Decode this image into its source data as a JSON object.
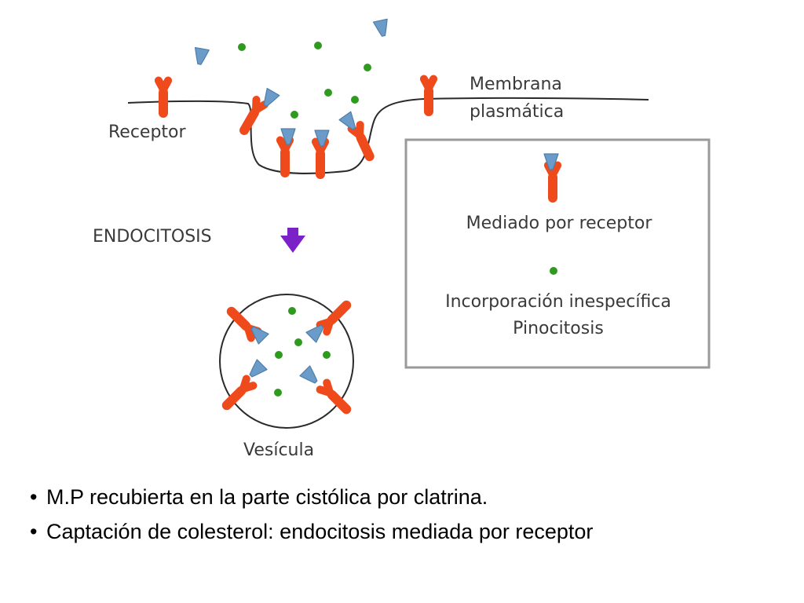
{
  "diagram": {
    "labels": {
      "membrane_line1": "Membrana",
      "membrane_line2": "plasmática",
      "receptor": "Receptor",
      "endocytosis": "ENDOCITOSIS",
      "vesicle": "Vesícula"
    },
    "legend": {
      "receptor_mediated": "Mediado por receptor",
      "nonspecific_line1": "Incorporación inespecífica",
      "nonspecific_line2": "Pinocitosis"
    },
    "colors": {
      "receptor": "#ee4a1c",
      "ligand": "#6a9bc9",
      "particle": "#2e9a1e",
      "arrow": "#7a22c8",
      "membrane": "#2a2a2a",
      "legend_border": "#9a9a9a"
    }
  },
  "bullets": [
    {
      "marker": "•",
      "text": "M.P recubierta en la parte cistólica por clatrina."
    },
    {
      "marker": "•",
      "text": "Captación de colesterol: endocitosis mediada por receptor"
    }
  ]
}
